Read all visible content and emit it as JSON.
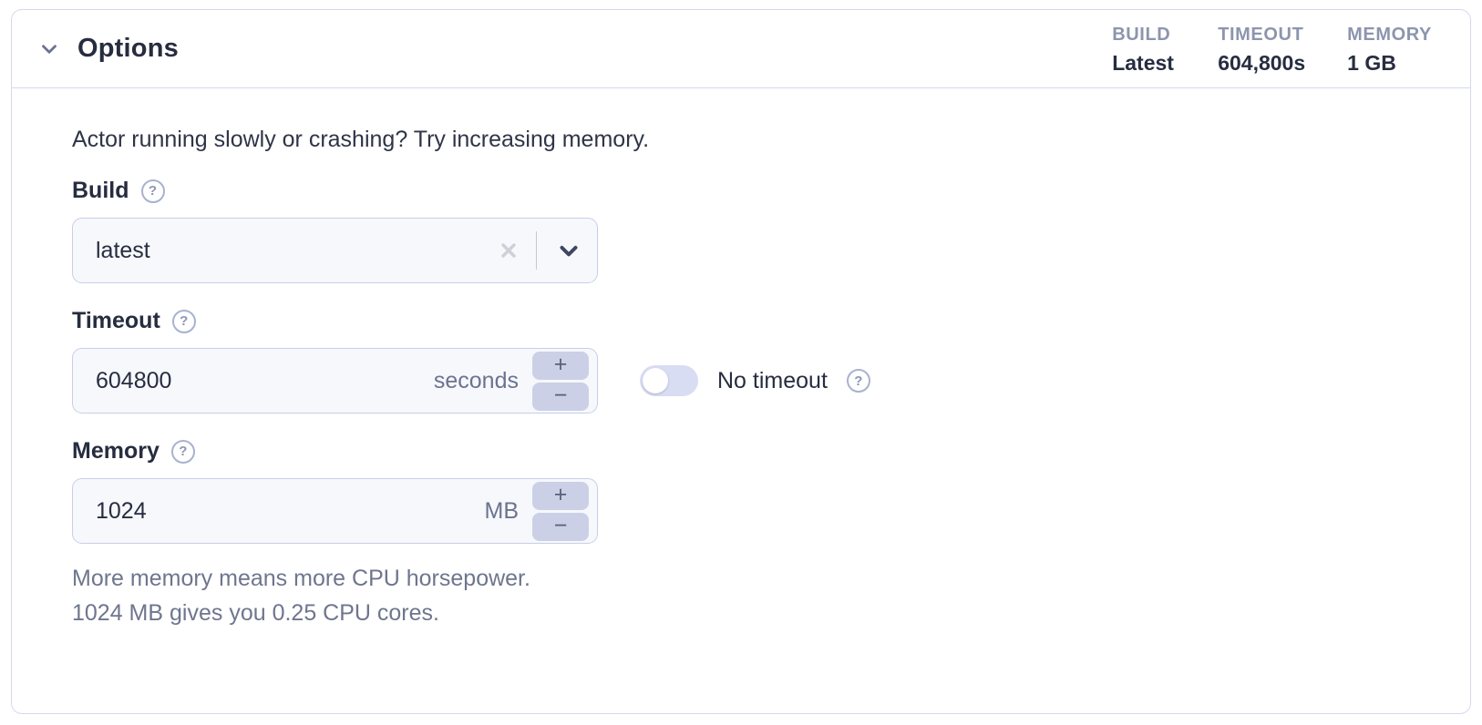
{
  "panel": {
    "header": {
      "title": "Options",
      "summary": [
        {
          "label": "BUILD",
          "value": "Latest"
        },
        {
          "label": "TIMEOUT",
          "value": "604,800s"
        },
        {
          "label": "MEMORY",
          "value": "1 GB"
        }
      ]
    },
    "body": {
      "intro": "Actor running slowly or crashing? Try increasing memory.",
      "build": {
        "label": "Build",
        "value": "latest"
      },
      "timeout": {
        "label": "Timeout",
        "value": "604800",
        "unit": "seconds",
        "toggle_label": "No timeout"
      },
      "memory": {
        "label": "Memory",
        "value": "1024",
        "unit": "MB",
        "helper_line1": "More memory means more CPU horsepower.",
        "helper_line2": "1024 MB gives you 0.25 CPU cores."
      }
    }
  },
  "icons": {
    "help_glyph": "?",
    "plus_glyph": "+",
    "minus_glyph": "−"
  },
  "colors": {
    "accent_border": "#c8cee8",
    "panel_border": "#d5d9ec",
    "text_dark": "#272d40",
    "text_muted": "#6b7390",
    "summary_label": "#8d95ad",
    "input_bg": "#f7f8fc",
    "stepper_bg": "#cbd0e7",
    "toggle_track": "#d9ddf3"
  }
}
